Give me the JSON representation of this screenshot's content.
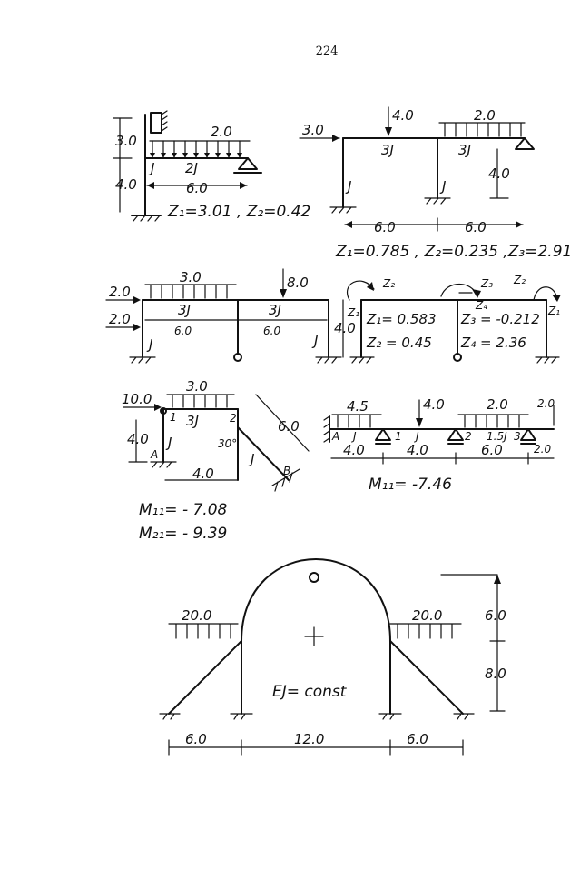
{
  "page_number": "224",
  "diagram1": {
    "load_q": "2.0",
    "dim_v1": "3.0",
    "dim_v2": "4.0",
    "dim_h": "6.0",
    "stiff_col": "J",
    "stiff_beam": "2J",
    "result": "Z₁=3.01 , Z₂=0.42"
  },
  "diagram2": {
    "load_h": "3.0",
    "load_p": "4.0",
    "load_q": "2.0",
    "stiff_b1": "3J",
    "stiff_b2": "3J",
    "stiff_c1": "J",
    "stiff_c2": "J",
    "dim_v": "4.0",
    "dim_h1": "6.0",
    "dim_h2": "6.0",
    "result": "Z₁=0.785 , Z₂=0.235 ,Z₃=2.91"
  },
  "diagram3": {
    "load_h1": "2.0",
    "load_h2": "2.0",
    "load_q": "3.0",
    "load_p": "8.0",
    "stiff_b1": "3J",
    "stiff_b2": "3J",
    "stiff_c1": "J",
    "stiff_c2": "J",
    "dim_h1": "6.0",
    "dim_h2": "6.0",
    "dim_v": "4.0"
  },
  "diagram4": {
    "z1": "Z₁",
    "z2": "Z₂",
    "z3": "Z₃",
    "z4": "Z₄",
    "z2b": "Z₂",
    "z1b": "Z₁",
    "result_z1": "Z₁= 0.583",
    "result_z2": "Z₂ = 0.45",
    "result_z3": "Z₃ = -0.212",
    "result_z4": "Z₄ = 2.36"
  },
  "diagram5": {
    "load_h": "10.0",
    "load_q": "3.0",
    "stiff_beam": "3J",
    "stiff_col": "J",
    "stiff_incl": "J",
    "dim_v": "4.0",
    "dim_h": "4.0",
    "dim_incl": "6.0",
    "angle": "30°",
    "node_1": "1",
    "node_2": "2",
    "node_A": "A",
    "node_B": "B",
    "result_1": "M₁₁= - 7.08",
    "result_2": "M₂₁= - 9.39"
  },
  "diagram6": {
    "load_q1": "4.5",
    "load_p": "4.0",
    "load_q2": "2.0",
    "load_end": "2.0",
    "stiff_1": "J",
    "stiff_2": "J",
    "stiff_3": "1.5J",
    "node_A": "A",
    "node_1": "1",
    "node_2": "2",
    "node_3": "3",
    "dim_1": "4.0",
    "dim_2": "4.0",
    "dim_3": "6.0",
    "dim_4": "2.0",
    "result": "M₁₁= -7.46"
  },
  "diagram7": {
    "load_left": "20.0",
    "load_right": "20.0",
    "stiffness": "EJ= const",
    "dim_v1": "6.0",
    "dim_v2": "8.0",
    "dim_h1": "6.0",
    "dim_h2": "12.0",
    "dim_h3": "6.0"
  }
}
